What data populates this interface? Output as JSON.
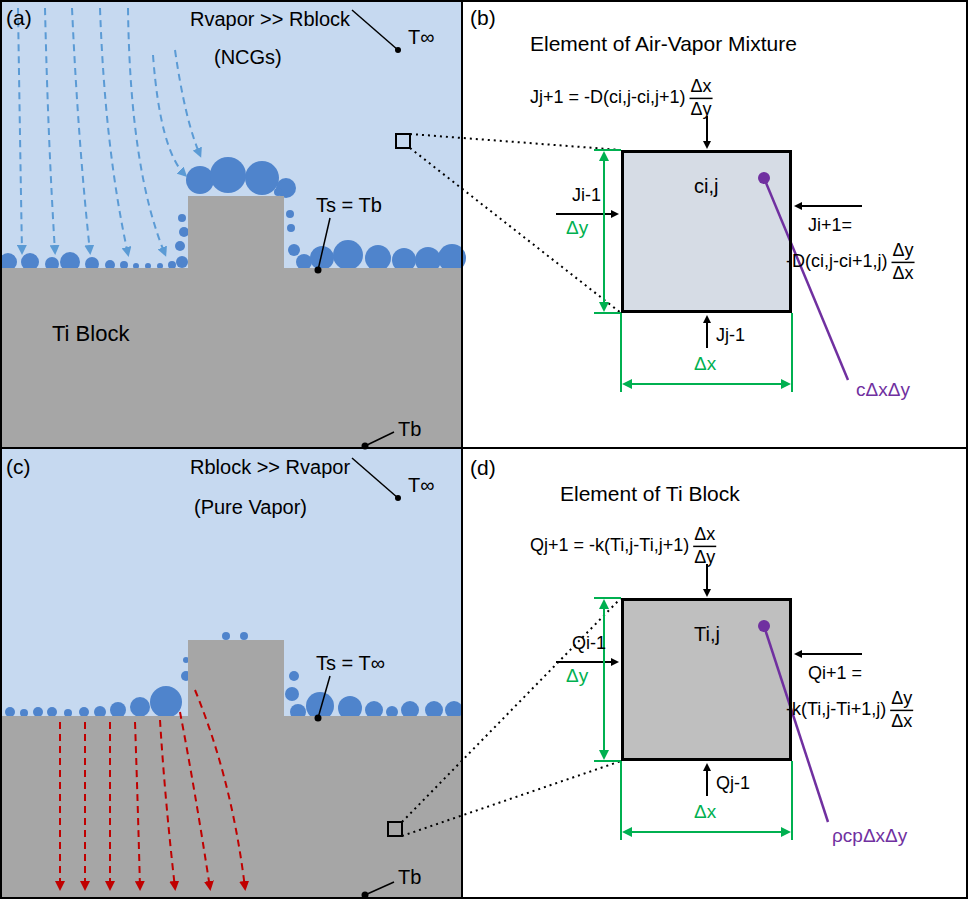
{
  "diagram": {
    "nodes": [
      {
        "text": [
          "Ti Block"
        ]
      },
      {
        "text": [
          "ci,j"
        ]
      },
      {
        "text": [
          "Ti,j"
        ]
      }
    ],
    "labels": [
      "(a)",
      "Rvapor >> Rblock",
      "(NCGs)",
      "T∞",
      "Ts = Tb",
      "Tb",
      "(b)",
      "Element of Air-Vapor Mixture",
      "Jj+1 = -D(ci,j-ci,j+1)",
      "Δx",
      "Δy",
      "Ji-1",
      "Ji+1=",
      "-D(ci,j-ci+1,j)",
      "Δy",
      "Δx",
      "Jj-1",
      "Δy",
      "Δx",
      "cΔxΔy",
      "(c)",
      "Rblock >> Rvapor",
      "(Pure Vapor)",
      "T∞",
      "Ts = T∞",
      "Tb",
      "(d)",
      "Element of Ti Block",
      "Qj+1 = -k(Ti,j-Ti,j+1)",
      "Δx",
      "Δy",
      "Qi-1",
      "Qi+1 =",
      "-k(Ti,j-Ti+1,j)",
      "Δy",
      "Δx",
      "Qj-1",
      "Δy",
      "Δx",
      "ρcpΔxΔy"
    ]
  }
}
